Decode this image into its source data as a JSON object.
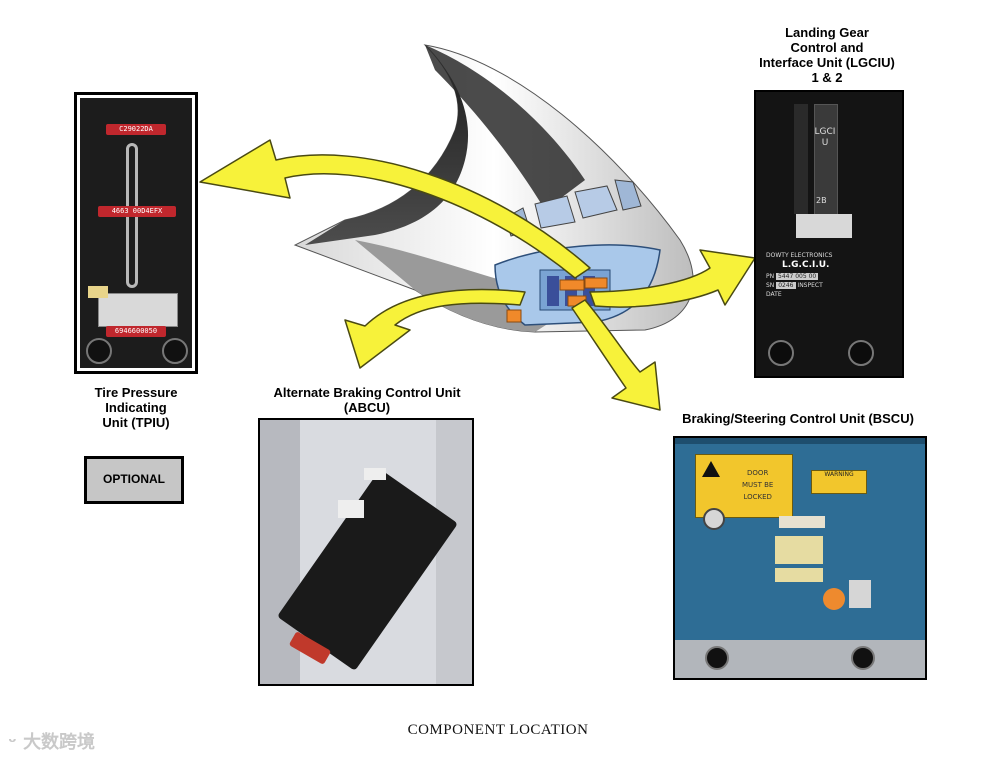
{
  "labels": {
    "lgciu": [
      "Landing Gear",
      "Control and",
      "Interface Unit (LGCIU)",
      "1 & 2"
    ],
    "tpiu": [
      "Tire Pressure",
      "Indicating",
      "Unit (TPIU)"
    ],
    "abcu": [
      "Alternate Braking Control Unit",
      "(ABCU)"
    ],
    "bscu": "Braking/Steering Control Unit (BSCU)",
    "optional": "OPTIONAL"
  },
  "caption": "COMPONENT LOCATION",
  "watermark": "大数跨境",
  "tpiu_photo": {
    "tag_top": "C29022DA",
    "tag_mid": "4663 00D4EFX",
    "tag_bottom": "6946600050"
  },
  "lgciu_photo": {
    "vertical_text": "LGCIU",
    "slot": "2B",
    "maker": "DOWTY ELECTRONICS",
    "unit": "L.G.C.I.U.",
    "pn_label": "PN",
    "pn": "5447 005 00",
    "sn_label": "SN",
    "sn": "0246",
    "inspect": "INSPECT",
    "date_label": "DATE"
  },
  "bscu_photo": {
    "door_text": [
      "DOOR",
      "MUST BE",
      "LOCKED"
    ],
    "warning": "WARNING"
  },
  "colors": {
    "arrow": "#f7f23a",
    "arrow_stroke": "#4a4a12",
    "hazard_yellow": "#f0d21a",
    "bscu_blue": "#2e6d95"
  }
}
